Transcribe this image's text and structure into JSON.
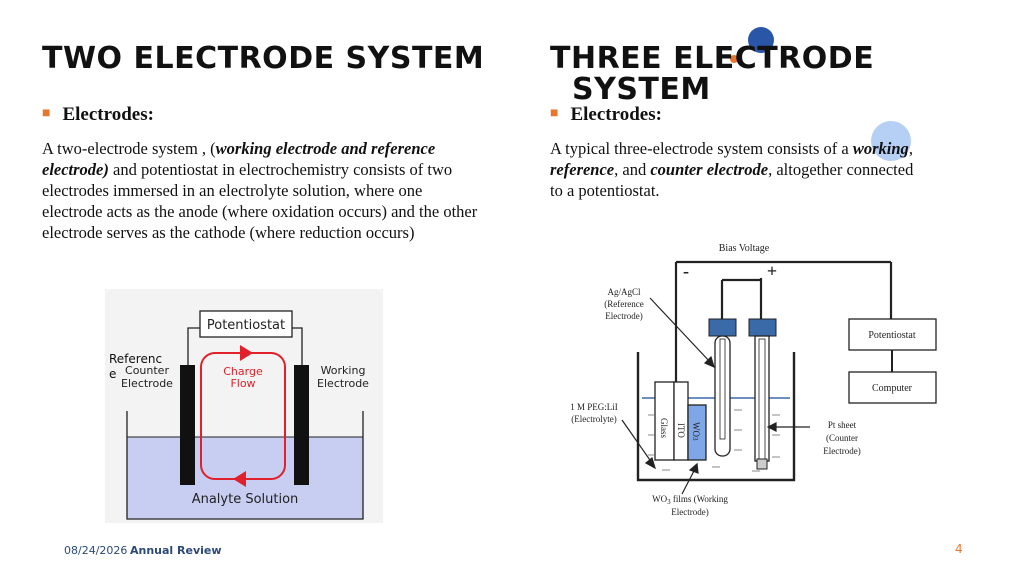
{
  "left": {
    "title": "TWO ELECTRODE SYSTEM",
    "bullet": "Electrodes:",
    "para_pre": "A two-electrode system , (",
    "para_bold": "working electrode and reference electrode)",
    "para_post": " and potentiostat in electrochemistry consists of two electrodes immersed in an electrolyte solution, where one electrode acts as the anode (where oxidation occurs) and the other electrode serves as the cathode (where reduction occurs)",
    "diagram": {
      "potentiostat": "Potentiostat",
      "reference_label": "Referenc e",
      "counter_label_1": "Counter",
      "counter_label_2": "Electrode",
      "working_label_1": "Working",
      "working_label_2": "Electrode",
      "charge_flow_1": "Charge",
      "charge_flow_2": "Flow",
      "analyte": "Analyte Solution"
    }
  },
  "right": {
    "title_line1": "THREE ELECTRODE",
    "title_line2": "SYSTEM",
    "bullet": "Electrodes:",
    "para_1": "A typical three-electrode system consists of a ",
    "para_b1": "working",
    "para_2": ", ",
    "para_b2": "reference",
    "para_3": ", and ",
    "para_b3": "counter electrode",
    "para_4": ", altogether connected to a potentiostat.",
    "diagram": {
      "bias_voltage": "Bias Voltage",
      "minus": "-",
      "plus": "+",
      "agcl_1": "Ag/AgCl",
      "agcl_2": "(Reference",
      "agcl_3": "Electrode)",
      "potentiostat": "Potentiostat",
      "computer": "Computer",
      "peg_1": "1 M PEG:LiI",
      "peg_2": "(Electrolyte)",
      "glass": "Glass",
      "ito": "ITO",
      "wo3": "WO",
      "wo3_sub": "3",
      "pt_1": "Pt sheet",
      "pt_2": "(Counter",
      "pt_3": "Electrode)",
      "wo3_films_1": "WO",
      "wo3_films_sub": "3",
      "wo3_films_2": " films (Working",
      "wo3_films_3": "Electrode)"
    }
  },
  "footer": {
    "date": "08/24/2026",
    "review": "Annual Review",
    "page": "4"
  },
  "colors": {
    "accent_orange": "#e8772e",
    "deco_blue_dark": "#2a56a8",
    "deco_blue_light": "#a9c7f2",
    "electrode_blue": "#3a6aa8",
    "charge_red": "#e0202a"
  }
}
